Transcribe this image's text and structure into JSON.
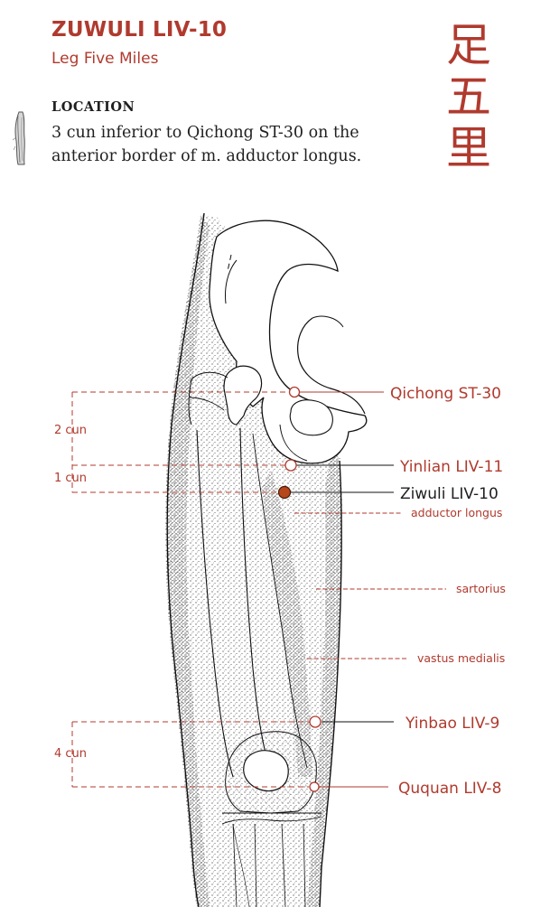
{
  "header": {
    "title": "ZUWULI LIV-10",
    "subtitle": "Leg Five Miles",
    "chinese_chars": [
      "足",
      "五",
      "里"
    ]
  },
  "location": {
    "heading": "LOCATION",
    "line1": "3 cun inferior to Qichong ST-30 on the",
    "line2": "anterior border of m. adductor longus."
  },
  "points": {
    "qichong": "Qichong ST-30",
    "yinlian": "Yinlian LIV-11",
    "ziwuli": "Ziwuli LIV-10",
    "yinbao": "Yinbao LIV-9",
    "ququan": "Ququan LIV-8"
  },
  "muscles": {
    "adductor": "adductor longus",
    "sartorius": "sartorius",
    "vastus": "vastus medialis"
  },
  "measures": {
    "two_cun": "2 cun",
    "one_cun": "1 cun",
    "four_cun": "4 cun"
  },
  "colors": {
    "accent": "#b03a2e",
    "point_fill": "#b5471b",
    "ink": "#1f1f1f"
  }
}
